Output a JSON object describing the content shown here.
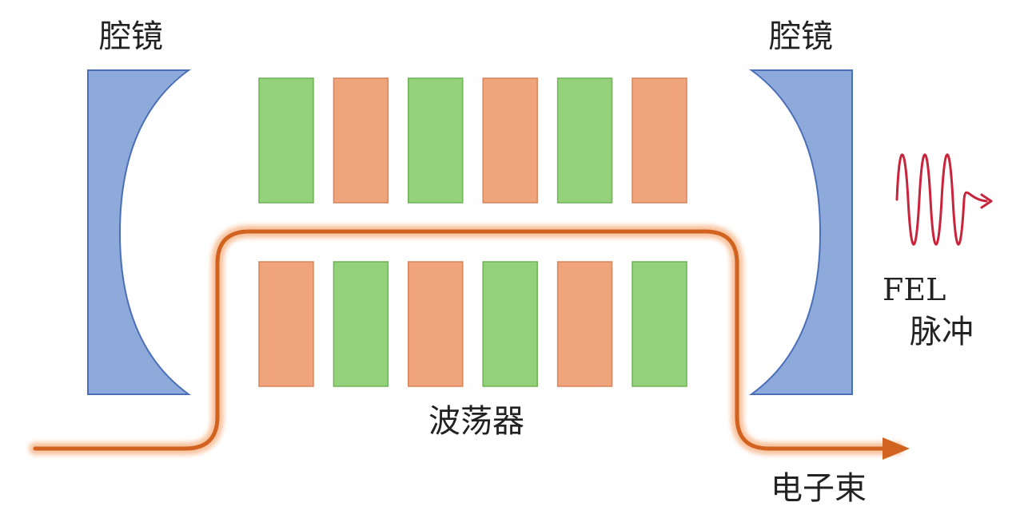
{
  "labels": {
    "mirror_left": "腔镜",
    "mirror_right": "腔镜",
    "undulator": "波荡器",
    "electron_beam": "电子束",
    "fel_line1": "FEL",
    "fel_line2": "脉冲"
  },
  "colors": {
    "mirror": "#8eaadb",
    "mirror_stroke": "#4a6fb8",
    "magnet_green": "#93d27b",
    "magnet_orange": "#f0a47c",
    "beam": "#d1621f",
    "beam_glow": "#f7b98f",
    "pulse": "#c8243c"
  },
  "undulator": {
    "top_row": [
      "green",
      "orange",
      "green",
      "orange",
      "green",
      "orange"
    ],
    "bottom_row": [
      "orange",
      "green",
      "orange",
      "green",
      "orange",
      "green"
    ]
  }
}
